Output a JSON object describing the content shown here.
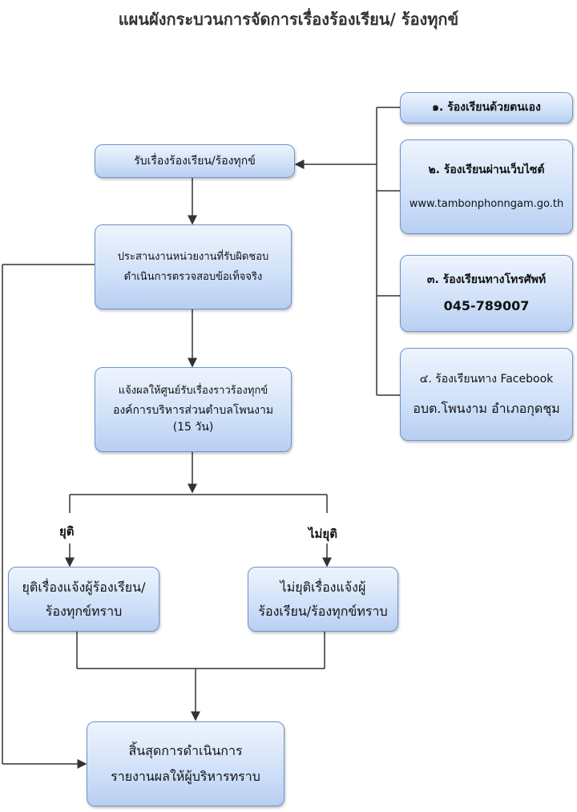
{
  "title": "แผนผังกระบวนการจัดการเรื่องร้องเรียน/ ร้องทุกข์",
  "channels": [
    {
      "label": "๑. ร้องเรียนด้วยตนเอง"
    },
    {
      "label": "๒. ร้องเรียนผ่านเว็บไซต์",
      "detail": "www.tambonphonngam.go.th"
    },
    {
      "label": "๓. ร้องเรียนทางโทรศัพท์",
      "detail": "045-789007"
    },
    {
      "label": "๔. ร้องเรียนทาง Facebook",
      "detail": "อบต.โพนงาม อำเภอกุดชุม"
    }
  ],
  "steps": {
    "receive": "รับเรื่องร้องเรียน/ร้องทุกข์",
    "coordinate": [
      "ประสานงานหน่วยงานที่รับผิดชอบ",
      "ดำเนินการตรวจสอบข้อเท็จจริง"
    ],
    "notify": [
      "แจ้งผลให้ศูนย์รับเรื่องราวร้องทุกข์",
      "องค์การบริหารส่วนตำบลโพนงาม",
      "(15 วัน)"
    ],
    "resolved": [
      "ยุติเรื่องแจ้งผู้ร้องเรียน/",
      "ร้องทุกข์ทราบ"
    ],
    "unresolved": [
      "ไม่ยุติเรื่องแจ้งผู้",
      "ร้องเรียน/ร้องทุกข์ทราบ"
    ],
    "end": [
      "สิ้นสุดการดำเนินการ",
      "รายงานผลให้ผู้บริหารทราบ"
    ]
  },
  "branch_labels": {
    "yes": "ยุติ",
    "no": "ไม่ยุติ"
  }
}
